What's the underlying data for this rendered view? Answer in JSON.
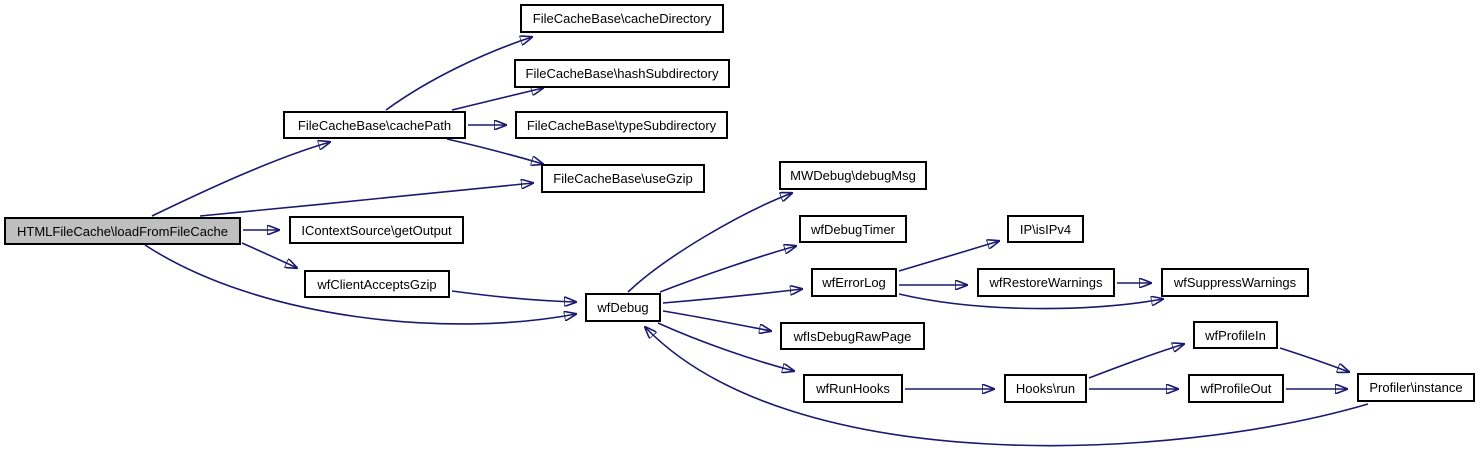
{
  "diagram": {
    "type": "call-graph",
    "background_color": "#ffffff",
    "edge_color": "#191970",
    "node_border_color": "#000000",
    "node_fill_color": "#ffffff",
    "highlighted_node_fill_color": "#bfbfbf",
    "nodes": [
      {
        "id": "load",
        "label": "HTMLFileCache\\loadFromFileCache",
        "highlighted": true
      },
      {
        "id": "cachePath",
        "label": "FileCacheBase\\cachePath",
        "highlighted": false
      },
      {
        "id": "getOutput",
        "label": "IContextSource\\getOutput",
        "highlighted": false
      },
      {
        "id": "clientAcceptsGzip",
        "label": "wfClientAcceptsGzip",
        "highlighted": false
      },
      {
        "id": "cacheDirectory",
        "label": "FileCacheBase\\cacheDirectory",
        "highlighted": false
      },
      {
        "id": "hashSubdirectory",
        "label": "FileCacheBase\\hashSubdirectory",
        "highlighted": false
      },
      {
        "id": "typeSubdirectory",
        "label": "FileCacheBase\\typeSubdirectory",
        "highlighted": false
      },
      {
        "id": "useGzip",
        "label": "FileCacheBase\\useGzip",
        "highlighted": false
      },
      {
        "id": "wfDebug",
        "label": "wfDebug",
        "highlighted": false
      },
      {
        "id": "debugMsg",
        "label": "MWDebug\\debugMsg",
        "highlighted": false
      },
      {
        "id": "wfDebugTimer",
        "label": "wfDebugTimer",
        "highlighted": false
      },
      {
        "id": "isIPv4",
        "label": "IP\\isIPv4",
        "highlighted": false
      },
      {
        "id": "wfErrorLog",
        "label": "wfErrorLog",
        "highlighted": false
      },
      {
        "id": "wfRestoreWarnings",
        "label": "wfRestoreWarnings",
        "highlighted": false
      },
      {
        "id": "wfSuppressWarnings",
        "label": "wfSuppressWarnings",
        "highlighted": false
      },
      {
        "id": "wfIsDebugRawPage",
        "label": "wfIsDebugRawPage",
        "highlighted": false
      },
      {
        "id": "wfRunHooks",
        "label": "wfRunHooks",
        "highlighted": false
      },
      {
        "id": "hooksRun",
        "label": "Hooks\\run",
        "highlighted": false
      },
      {
        "id": "wfProfileIn",
        "label": "wfProfileIn",
        "highlighted": false
      },
      {
        "id": "wfProfileOut",
        "label": "wfProfileOut",
        "highlighted": false
      },
      {
        "id": "profilerInstance",
        "label": "Profiler\\instance",
        "highlighted": false
      }
    ],
    "edges": [
      {
        "from": "load",
        "to": "cachePath"
      },
      {
        "from": "load",
        "to": "useGzip"
      },
      {
        "from": "load",
        "to": "getOutput"
      },
      {
        "from": "load",
        "to": "clientAcceptsGzip"
      },
      {
        "from": "load",
        "to": "wfDebug"
      },
      {
        "from": "cachePath",
        "to": "cacheDirectory"
      },
      {
        "from": "cachePath",
        "to": "hashSubdirectory"
      },
      {
        "from": "cachePath",
        "to": "typeSubdirectory"
      },
      {
        "from": "cachePath",
        "to": "useGzip"
      },
      {
        "from": "clientAcceptsGzip",
        "to": "wfDebug"
      },
      {
        "from": "wfDebug",
        "to": "debugMsg"
      },
      {
        "from": "wfDebug",
        "to": "wfDebugTimer"
      },
      {
        "from": "wfDebug",
        "to": "wfErrorLog"
      },
      {
        "from": "wfDebug",
        "to": "wfIsDebugRawPage"
      },
      {
        "from": "wfDebug",
        "to": "wfRunHooks"
      },
      {
        "from": "wfErrorLog",
        "to": "isIPv4"
      },
      {
        "from": "wfErrorLog",
        "to": "wfRestoreWarnings"
      },
      {
        "from": "wfErrorLog",
        "to": "wfSuppressWarnings"
      },
      {
        "from": "wfRestoreWarnings",
        "to": "wfSuppressWarnings"
      },
      {
        "from": "wfRunHooks",
        "to": "hooksRun"
      },
      {
        "from": "hooksRun",
        "to": "wfProfileIn"
      },
      {
        "from": "hooksRun",
        "to": "wfProfileOut"
      },
      {
        "from": "wfProfileIn",
        "to": "profilerInstance"
      },
      {
        "from": "wfProfileOut",
        "to": "profilerInstance"
      },
      {
        "from": "profilerInstance",
        "to": "wfDebug"
      }
    ]
  }
}
